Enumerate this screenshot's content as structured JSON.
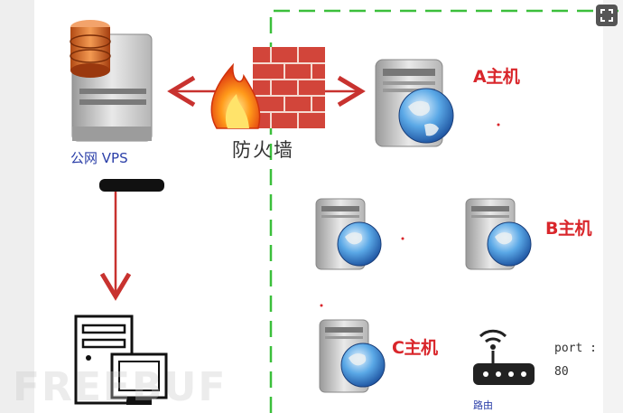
{
  "labels": {
    "host_a": "A主机",
    "host_b": "B主机",
    "host_c": "C主机",
    "vps": "公网 VPS",
    "firewall": "防火墙",
    "port_line1": "port :",
    "port_line2": "80",
    "router_caption": "路由"
  },
  "watermark": "FREEBUF",
  "colors": {
    "red_label": "#d9262b",
    "arrow": "#c8322f",
    "dashed_border": "#3bbf3b",
    "vps_label": "#2b3fa8"
  },
  "icons": {
    "server": "server-globe-icon",
    "db_server": "database-server-icon",
    "firewall": "firewall-flame-icon",
    "pc": "desktop-pc-icon",
    "router": "wifi-router-icon",
    "expand": "expand-icon"
  }
}
